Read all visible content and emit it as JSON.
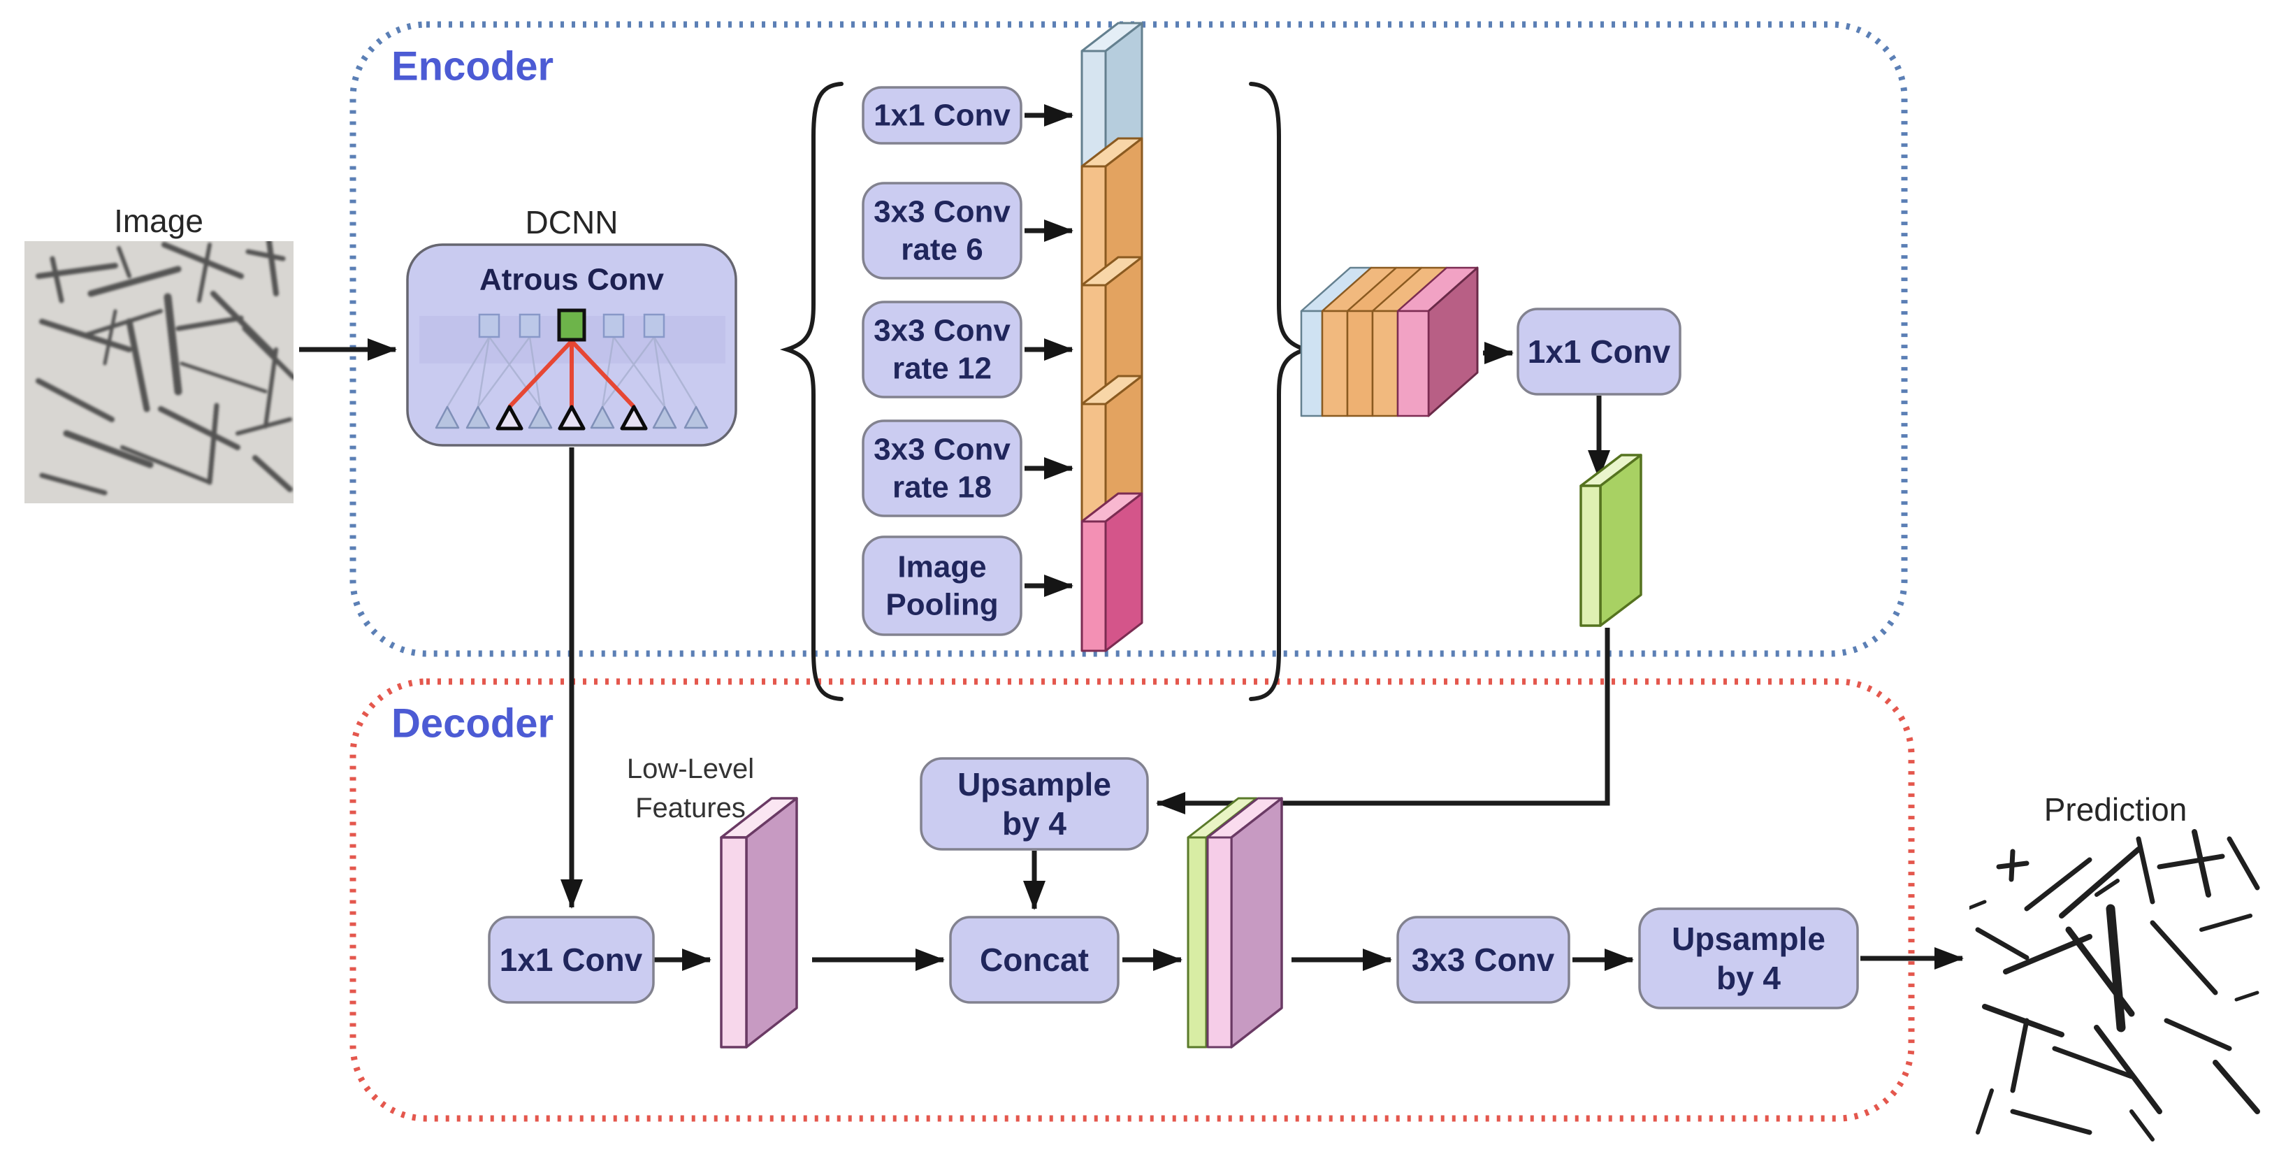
{
  "diagram": {
    "input_label": "Image",
    "prediction_label": "Prediction",
    "encoder": {
      "label": "Encoder",
      "dcnn_label": "DCNN",
      "atrous_label": "Atrous Conv",
      "aspp": [
        {
          "line1": "1x1 Conv",
          "line2": ""
        },
        {
          "line1": "3x3 Conv",
          "line2": "rate 6"
        },
        {
          "line1": "3x3 Conv",
          "line2": "rate 12"
        },
        {
          "line1": "3x3 Conv",
          "line2": "rate 18"
        },
        {
          "line1": "Image",
          "line2": "Pooling"
        }
      ],
      "conv1x1_label": "1x1 Conv"
    },
    "decoder": {
      "label": "Decoder",
      "low_level": {
        "line1": "Low-Level",
        "line2": "Features"
      },
      "upsample1": {
        "line1": "Upsample",
        "line2": "by 4"
      },
      "conv1x1_label": "1x1 Conv",
      "concat_label": "Concat",
      "conv3x3_label": "3x3 Conv",
      "upsample2": {
        "line1": "Upsample",
        "line2": "by 4"
      }
    },
    "colors": {
      "encoder_border": "#5b7fb5",
      "decoder_border": "#e4574d",
      "node_fill": "#cbccf1",
      "node_text": "#20265c",
      "section_label": "#4c5bd4",
      "atrous_highlight_red": "#e8402a",
      "feature_blue": "#d6e4f0",
      "feature_orange": "#f4c189",
      "feature_pink": "#f390b4",
      "feature_green": "#a8d163",
      "feature_mauve": "#c79ac2"
    }
  }
}
